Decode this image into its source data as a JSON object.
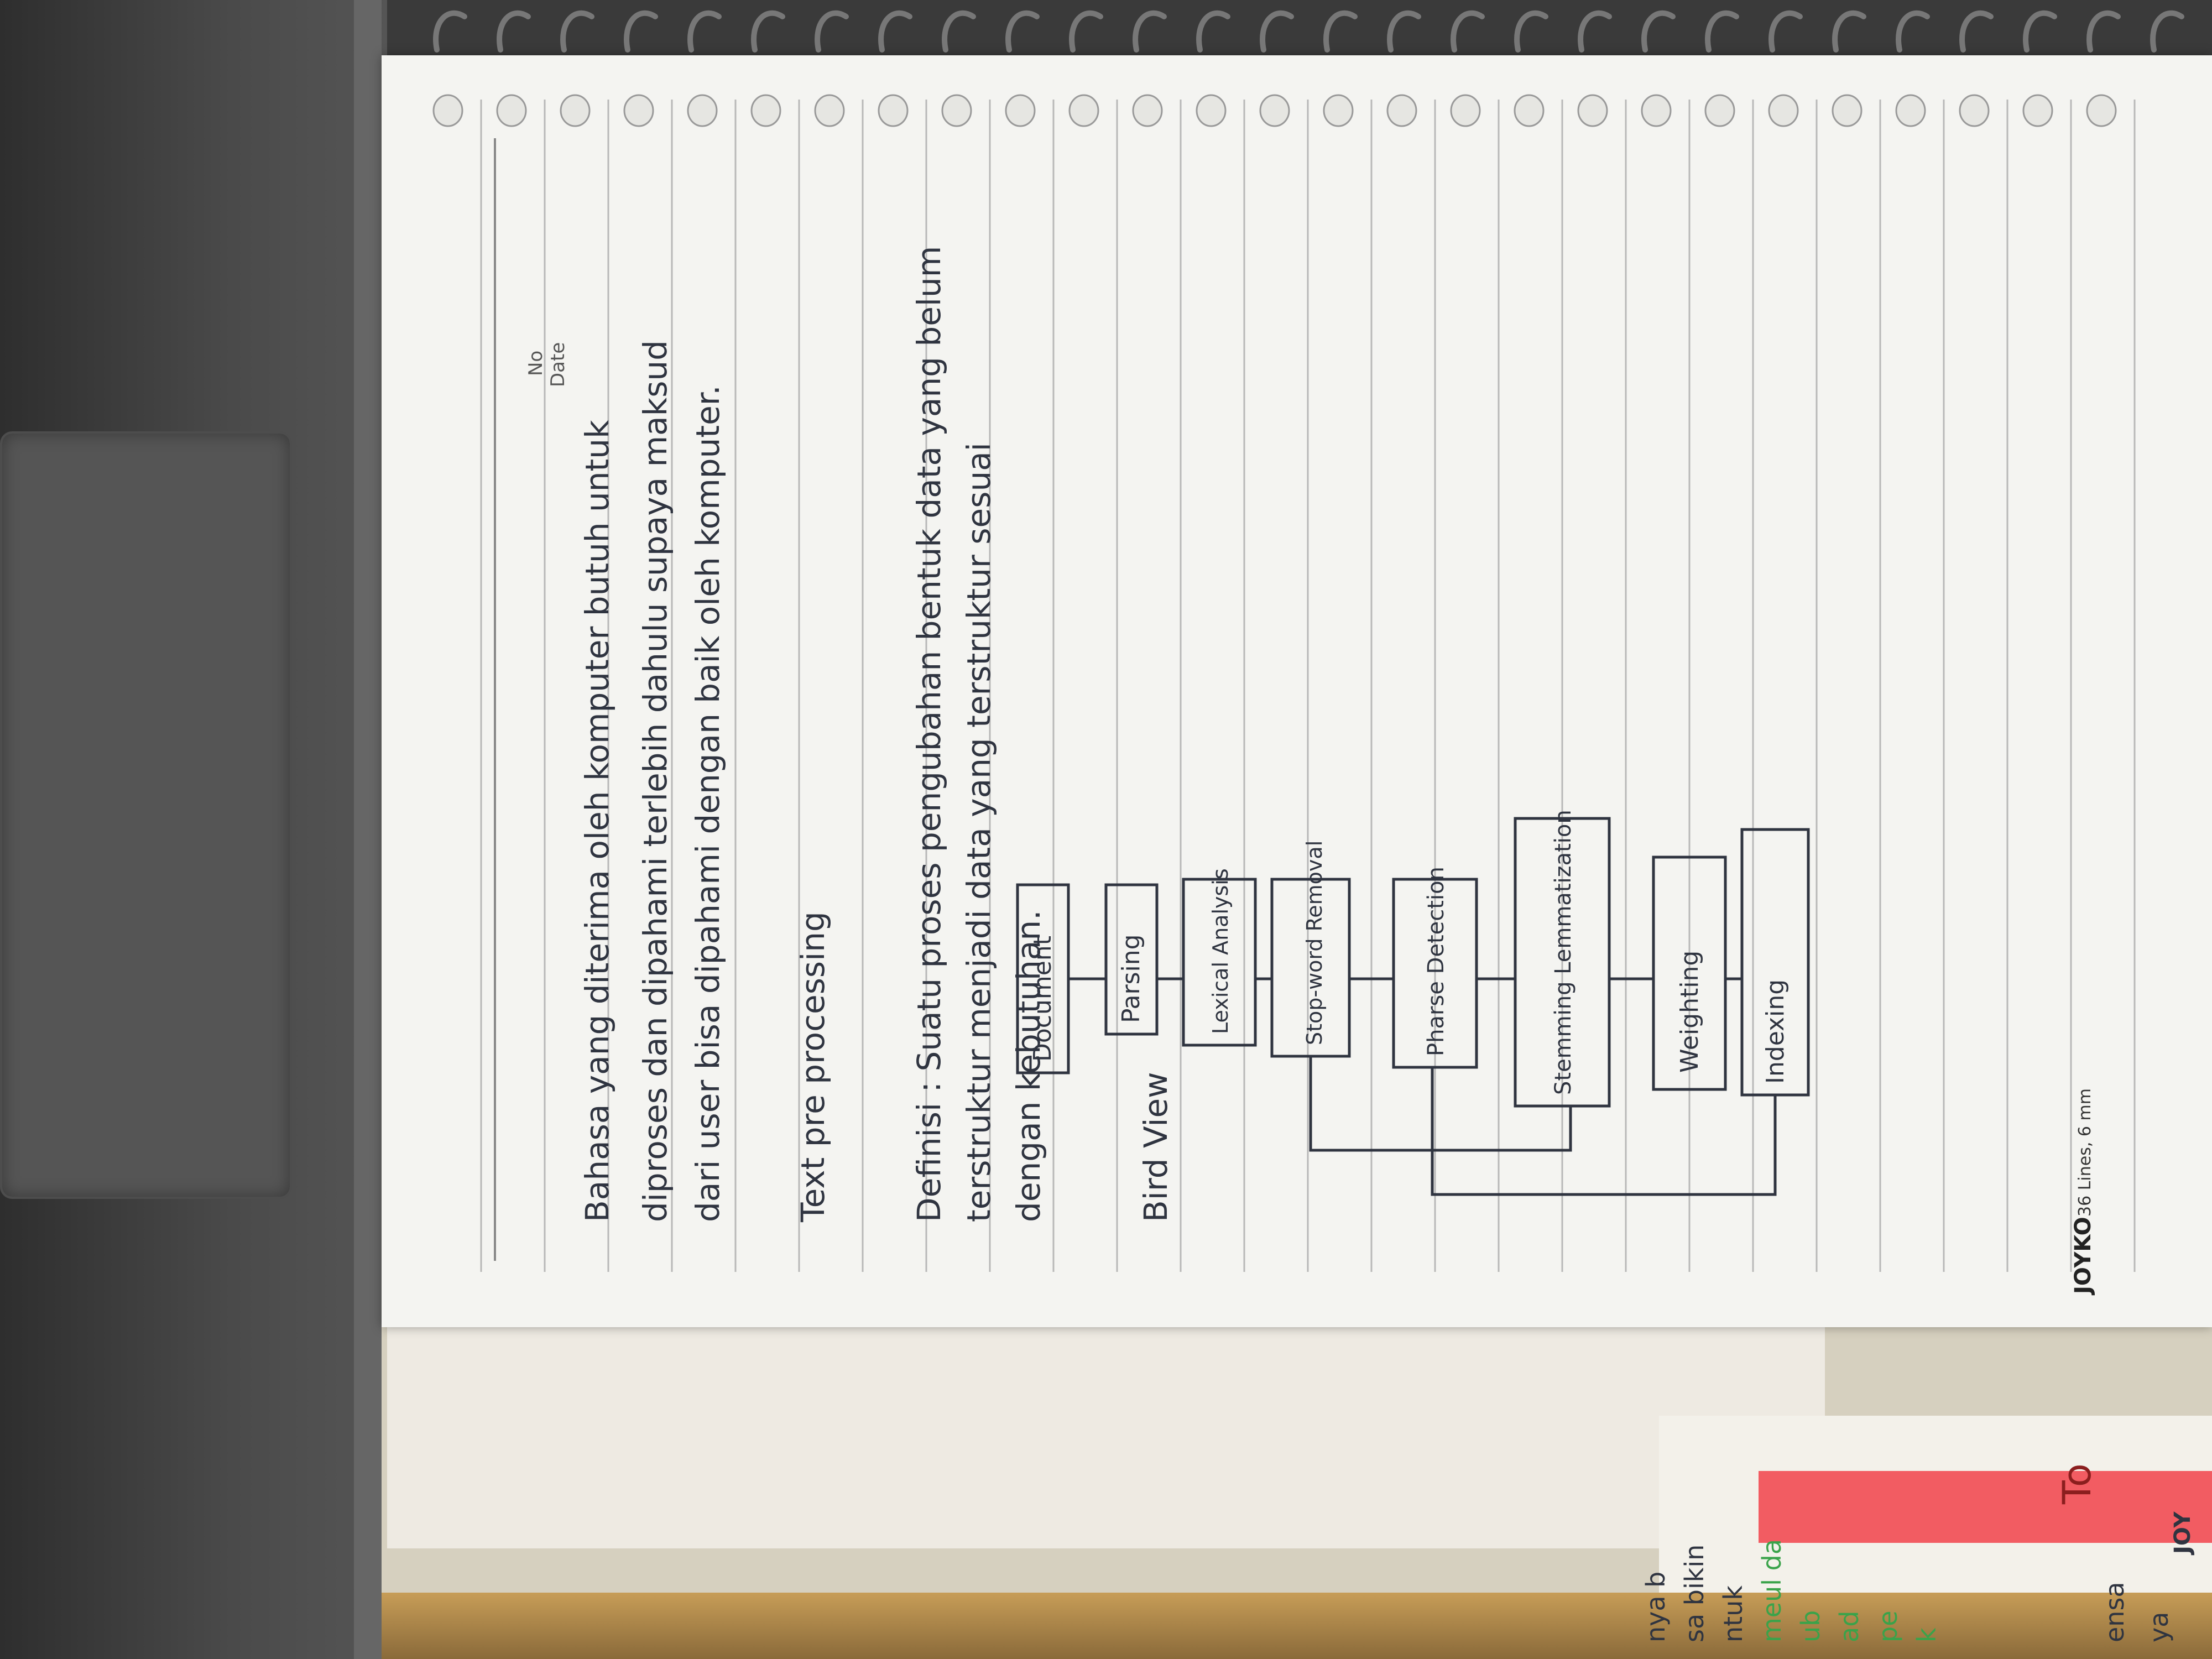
{
  "header": {
    "no_label": "No",
    "date_label": "Date"
  },
  "notes": {
    "line1": "Bahasa yang diterima oleh komputer butuh untuk",
    "line2": "diproses dan dipahami terlebih dahulu supaya maksud",
    "line3": "dari user bisa dipahami dengan baik oleh komputer.",
    "heading": "Text pre processing",
    "def1": "Definisi : Suatu proses pengubahan bentuk data yang belum",
    "def2": "terstruktur menjadi data yang terstruktur sesuai",
    "def3": "dengan kebutuhan.",
    "bird": "Bird View"
  },
  "flow": {
    "steps": [
      {
        "label": "Document"
      },
      {
        "label": "Parsing"
      },
      {
        "label": "Lexical Analysis"
      },
      {
        "label": "Stop-word Removal"
      },
      {
        "label": "Pharse Detection"
      },
      {
        "label": "Stemming Lemmatization"
      },
      {
        "label": "Weighting"
      },
      {
        "label": "Indexing"
      }
    ]
  },
  "brand": {
    "name": "JOYKO",
    "spec": "36 Lines, 6 mm"
  },
  "under_page": {
    "brand": "JOY",
    "texts": [
      "nya b",
      "sa bikin",
      "ntuk",
      "meul da",
      "ub",
      "ad",
      "pe",
      "k",
      "ensa",
      "ya",
      "To"
    ]
  },
  "colors": {
    "ink": "#2f3440",
    "paper": "#f4f4f1",
    "rule": "#b8b8b8",
    "tab": "#f25c62",
    "green_ink": "#3aa34a"
  }
}
